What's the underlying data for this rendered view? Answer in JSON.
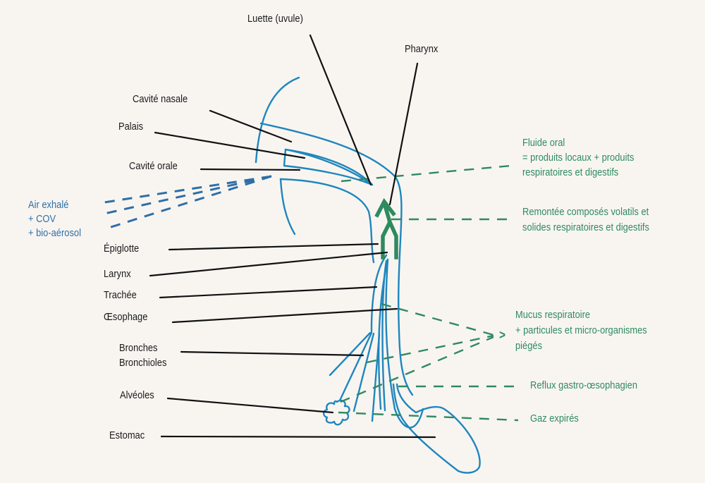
{
  "colors": {
    "background": "#f8f5f1",
    "anatomy": "#1f86bd",
    "leader": "#111111",
    "label_black": "#1a1a1a",
    "label_blue": "#2e6fa7",
    "label_green": "#2f8a5f",
    "arrow_green": "#2f8a5f"
  },
  "anatomy_labels": {
    "uvula": "Luette (uvule)",
    "pharynx": "Pharynx",
    "nasal_cavity": "Cavité nasale",
    "palate": "Palais",
    "oral_cavity": "Cavité orale",
    "epiglottis": "Épiglotte",
    "larynx": "Larynx",
    "trachea": "Trachée",
    "esophagus": "Œsophage",
    "bronchi": [
      "Bronches",
      "Bronchioles"
    ],
    "alveoli": "Alvéoles",
    "stomach": "Estomac"
  },
  "exhaled_air": {
    "lines": [
      "Air exhalé",
      "+ COV",
      "+ bio-aérosol"
    ]
  },
  "sample_sources": [
    {
      "id": "oral-fluid",
      "lines": [
        "Fluide oral",
        "= produits locaux + produits",
        "respiratoires et digestifs"
      ]
    },
    {
      "id": "volatile-rise",
      "lines": [
        "Remontée composés volatils et",
        "solides respiratoires et digestifs"
      ]
    },
    {
      "id": "resp-mucus",
      "lines": [
        "Mucus respiratoire",
        "+ particules et micro-organismes",
        "piégés"
      ]
    },
    {
      "id": "reflux",
      "lines": [
        "Reflux gastro-œsophagien"
      ]
    },
    {
      "id": "exhaled-gas",
      "lines": [
        "Gaz expirés"
      ]
    }
  ],
  "arrow_glyph": ">"
}
